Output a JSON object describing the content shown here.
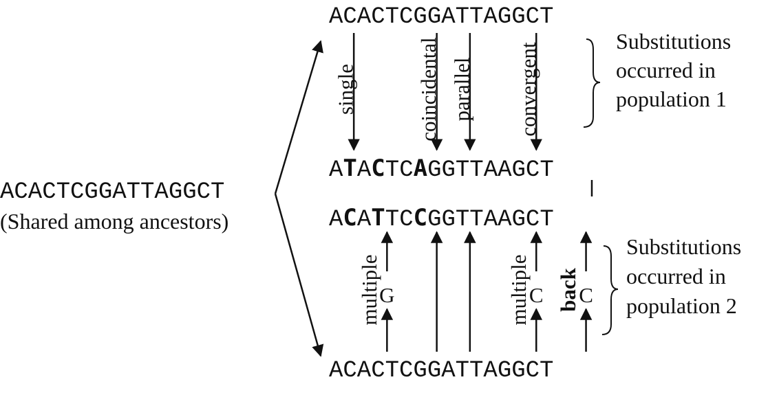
{
  "ancestor": {
    "sequence": "ACACTCGGATTAGGCT",
    "caption": "(Shared among ancestors)"
  },
  "population1": {
    "ancestral_sequence": "ACACTCGGATTAGGCT",
    "derived_sequence": "ATACTCAGGTTAAGCT",
    "bold_positions": [
      1,
      3,
      6
    ],
    "note_lines": [
      "Substitutions",
      "occurred in",
      "population 1"
    ],
    "arrows": [
      {
        "label": "single",
        "position": 1
      },
      {
        "label": "coincidental",
        "position": 6
      },
      {
        "label": "parallel",
        "position": 8
      },
      {
        "label": "convergent",
        "position": 12
      }
    ]
  },
  "population2": {
    "ancestral_sequence": "ACACTCGGATTAGGCT",
    "derived_sequence": "ACATTCCGGTTAAGCT",
    "bold_positions": [
      1,
      3,
      6
    ],
    "note_lines": [
      "Substitutions",
      "occurred in",
      "population 2"
    ],
    "arrows": [
      {
        "label": "multiple",
        "position": 3,
        "intermediate": "G"
      },
      {
        "label": "",
        "position": 6
      },
      {
        "label": "",
        "position": 8
      },
      {
        "label": "multiple",
        "position": 12,
        "intermediate": "C"
      },
      {
        "label": "back",
        "position": 15,
        "intermediate": "C",
        "label_bold": true
      }
    ]
  }
}
